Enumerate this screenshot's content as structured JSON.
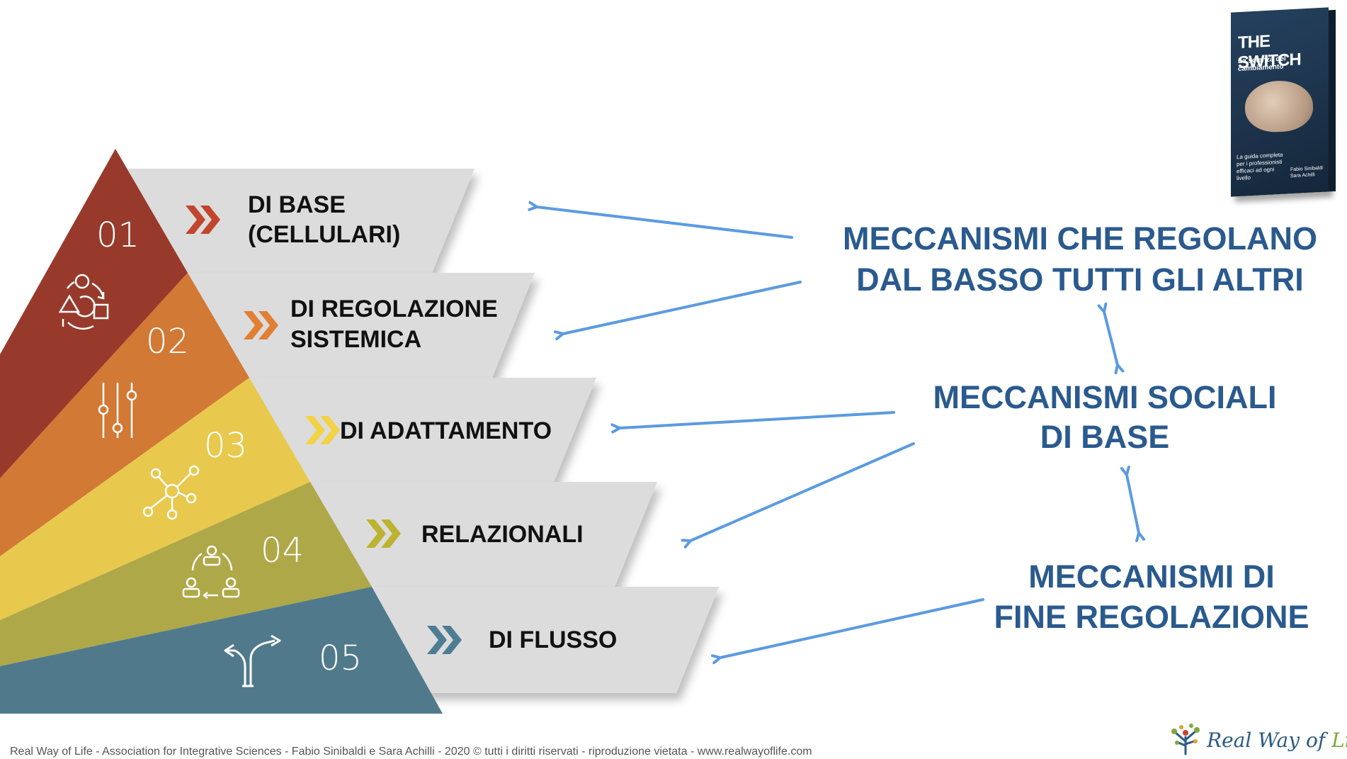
{
  "layers": [
    {
      "number": "01",
      "label_line1": "DI BASE",
      "label_line2": "(CELLULARI)",
      "color": "#983a2b",
      "chevron_color": "#c2452e",
      "icon": "cycle-shapes-icon"
    },
    {
      "number": "02",
      "label_line1": "DI REGOLAZIONE",
      "label_line2": "SISTEMICA",
      "color": "#d27935",
      "chevron_color": "#e17f32",
      "icon": "sliders-icon"
    },
    {
      "number": "03",
      "label_line1": "DI ADATTAMENTO",
      "label_line2": "",
      "color": "#e8c94d",
      "chevron_color": "#f3d245",
      "icon": "network-nodes-icon"
    },
    {
      "number": "04",
      "label_line1": "RELAZIONALI",
      "label_line2": "",
      "color": "#aea848",
      "chevron_color": "#bcb32f",
      "icon": "people-cycle-icon"
    },
    {
      "number": "05",
      "label_line1": "DI FLUSSO",
      "label_line2": "",
      "color": "#507a8c",
      "chevron_color": "#4c7d92",
      "icon": "split-arrows-icon"
    }
  ],
  "mechanisms": {
    "top": {
      "line1": "MECCANISMI CHE REGOLANO",
      "line2": "DAL BASSO TUTTI GLI ALTRI"
    },
    "middle": {
      "line1": "MECCANISMI SOCIALI",
      "line2": "DI BASE"
    },
    "bottom": {
      "line1": "MECCANISMI DI",
      "line2": "FINE REGOLAZIONE"
    }
  },
  "colors": {
    "mechanism_text": "#2a5a8e",
    "arrow": "#5b9be0",
    "band": "#dcdcdd"
  },
  "book": {
    "title": "THE SWITCH",
    "subtitle": "La scienza del cambiamento",
    "tagline": "La guida completa per i professionisti efficaci ad ogni livello",
    "authors": "Fabio Sinibaldi Sara Achilli"
  },
  "logo": {
    "text_main": "Real Way of ",
    "text_accent": "Life"
  },
  "footer": "Real Way of Life - Association for Integrative Sciences - Fabio Sinibaldi e Sara Achilli - 2020 © tutti i diritti riservati - riproduzione vietata - www.realwayoflife.com"
}
